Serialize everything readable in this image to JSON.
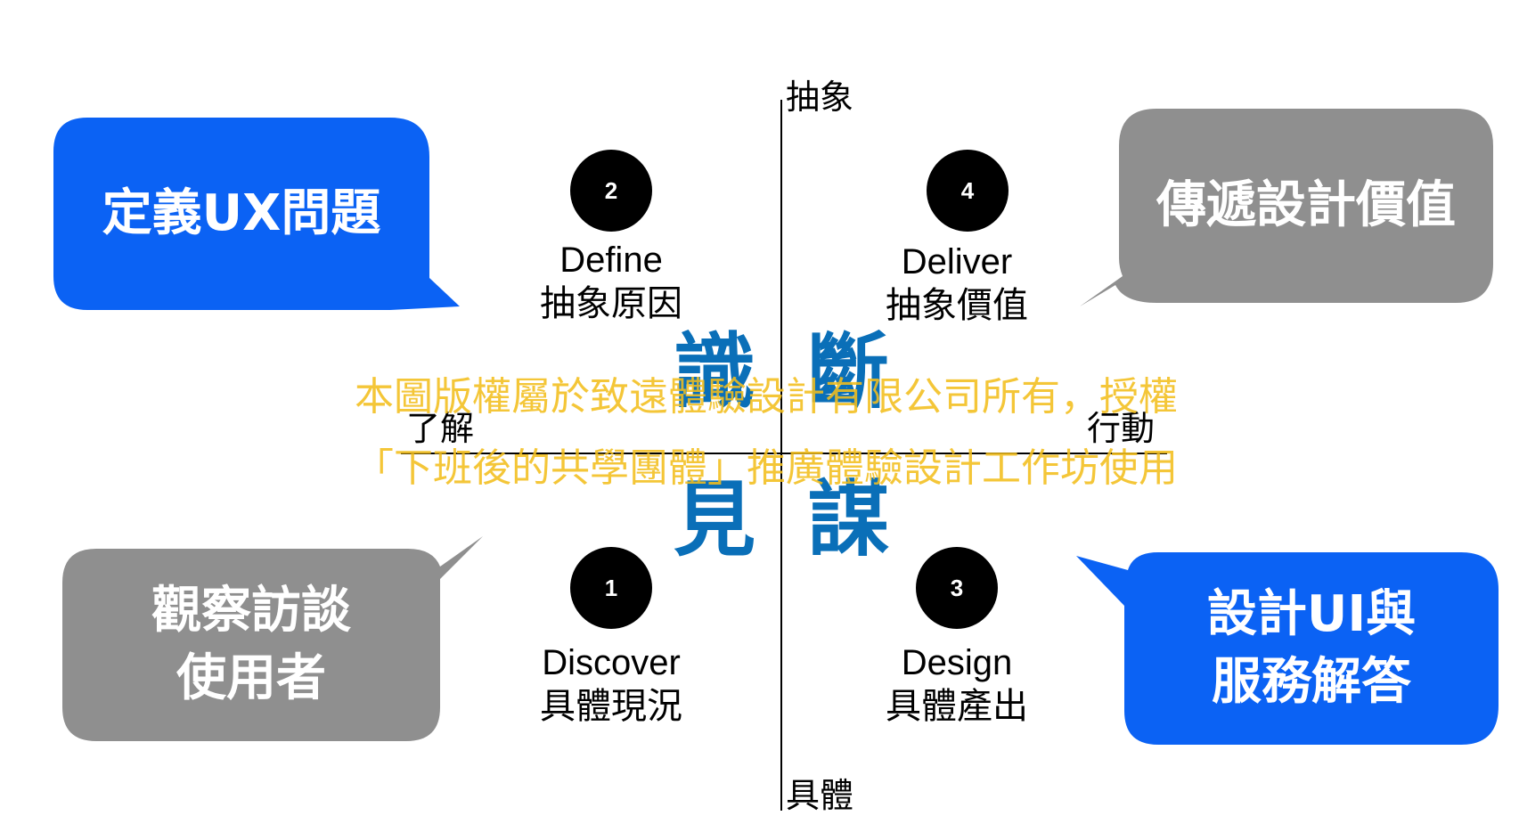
{
  "axes": {
    "top": "抽象",
    "bottom": "具體",
    "left": "了解",
    "right": "行動"
  },
  "center": {
    "top_left": "識",
    "top_right": "斷",
    "bottom_left": "見",
    "bottom_right": "謀"
  },
  "phases": {
    "define": {
      "number": "2",
      "en": "Define",
      "zh": "抽象原因"
    },
    "deliver": {
      "number": "4",
      "en": "Deliver",
      "zh": "抽象價值"
    },
    "discover": {
      "number": "1",
      "en": "Discover",
      "zh": "具體現況"
    },
    "design": {
      "number": "3",
      "en": "Design",
      "zh": "具體產出"
    }
  },
  "bubbles": {
    "top_left": {
      "lines": [
        "定義UX問題"
      ],
      "color": "#0b62f4"
    },
    "top_right": {
      "lines": [
        "傳遞設計價值"
      ],
      "color": "#8f8f8f"
    },
    "bottom_left": {
      "lines": [
        "觀察訪談",
        "使用者"
      ],
      "color": "#8f8f8f"
    },
    "bottom_right": {
      "lines": [
        "設計UI與",
        "服務解答"
      ],
      "color": "#0b62f4"
    }
  },
  "watermark": {
    "line1": "本圖版權屬於致遠體驗設計有限公司所有，授權",
    "line2": "「下班後的共學團體」推廣體驗設計工作坊使用"
  },
  "colors": {
    "blue_bubble": "#0b62f4",
    "gray_bubble": "#8f8f8f",
    "center_text": "#0a6fb8",
    "watermark": "#f2be1c"
  }
}
